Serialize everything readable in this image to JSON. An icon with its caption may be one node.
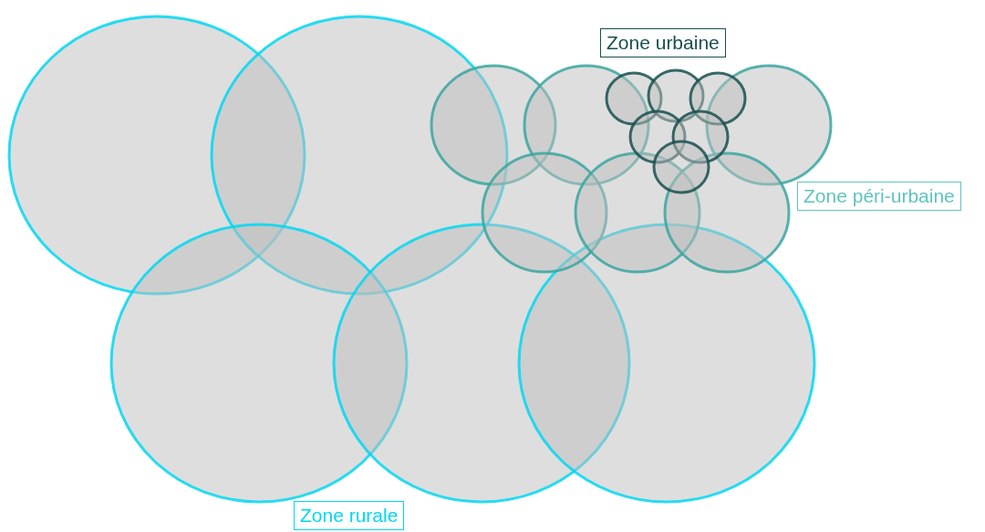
{
  "diagram": {
    "nodes": [
      {
        "text": [
          "Zone urbaine"
        ]
      },
      {
        "text": [
          "Zone péri-urbaine"
        ]
      },
      {
        "text": [
          "Zone rurale"
        ]
      }
    ]
  }
}
